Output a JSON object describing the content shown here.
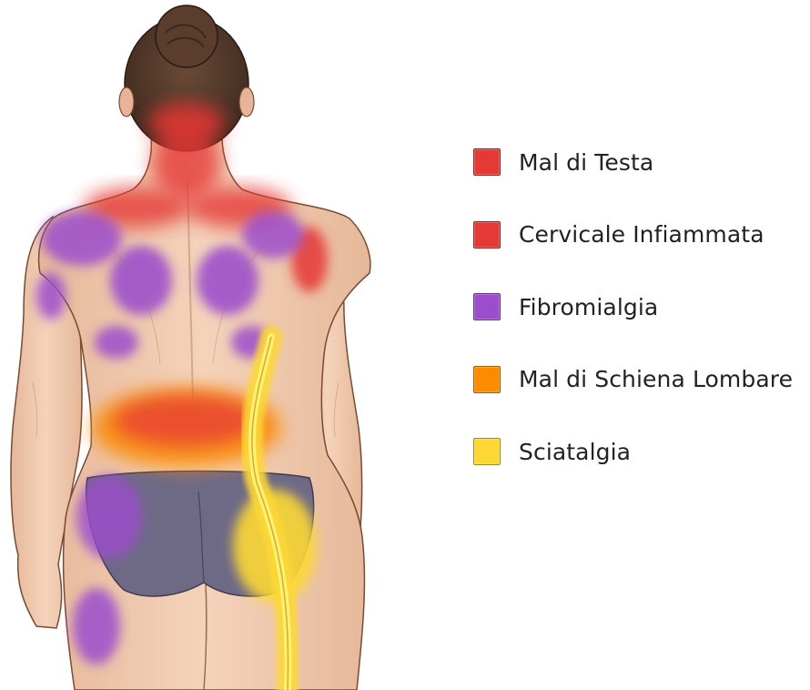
{
  "legend": [
    {
      "label": "Mal di Testa",
      "color": "#e53935"
    },
    {
      "label": "Cervicale Infiammata",
      "color": "#e53935"
    },
    {
      "label": "Fibromialgia",
      "color": "#9c4dcc"
    },
    {
      "label": "Mal di Schiena Lombare",
      "color": "#fb8c00"
    },
    {
      "label": "Sciatalgia",
      "color": "#fdd835"
    }
  ],
  "figure": {
    "subject": "woman-back-view",
    "zones": [
      {
        "condition": "Mal di Testa",
        "area": "head-back-and-neck",
        "color": "#e53935"
      },
      {
        "condition": "Cervicale Infiammata",
        "area": "upper-trapezius-and-shoulders",
        "color": "#e53935"
      },
      {
        "condition": "Fibromialgia",
        "area": "shoulders-scapulae-upper-arms-hip-buttock-thigh",
        "color": "#9c4dcc"
      },
      {
        "condition": "Mal di Schiena Lombare",
        "area": "lower-back",
        "color": "#fb8c00"
      },
      {
        "condition": "Sciatalgia",
        "area": "right-buttock-and-leg-nerve-path",
        "color": "#fdd835"
      }
    ]
  }
}
